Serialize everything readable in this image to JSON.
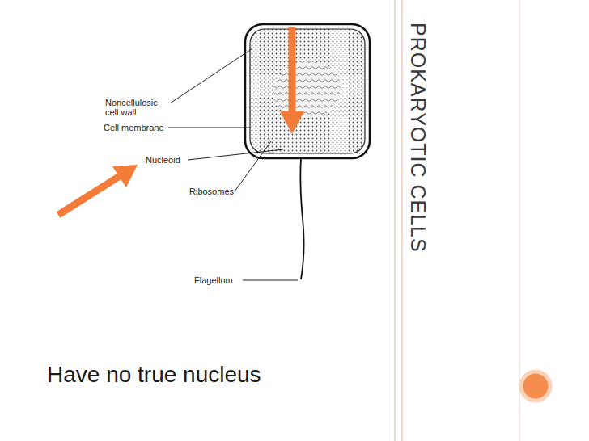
{
  "diagram": {
    "title": "PROKARYOTIC CELLS",
    "caption": "Have no true nucleus",
    "labels": [
      "Noncellulosic cell wall",
      "Cell membrane",
      "Nucleoid",
      "Ribosomes",
      "Flagellum"
    ]
  }
}
